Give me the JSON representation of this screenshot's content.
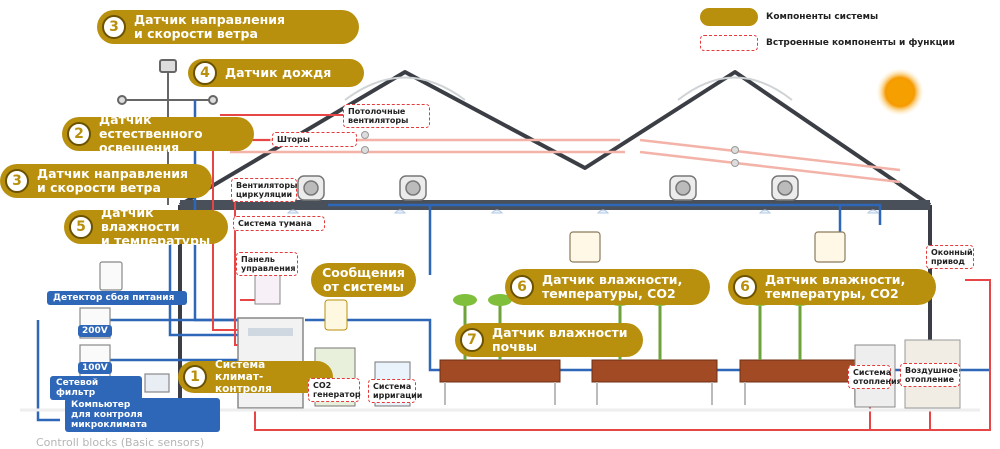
{
  "legend": {
    "system_components": "Компоненты системы",
    "builtin_components": "Встроенные компоненты и функции"
  },
  "sensors": [
    {
      "num": "3",
      "label": "Датчик направления\nи скорости ветра"
    },
    {
      "num": "4",
      "label": "Датчик дождя"
    },
    {
      "num": "2",
      "label": "Датчик естественного\nосвещения"
    },
    {
      "num": "3",
      "label": "Датчик направления\nи скорости ветра"
    },
    {
      "num": "5",
      "label": "Датчик влажности\nи температуры"
    },
    {
      "num": "6",
      "label": "Датчик влажности,\nтемпературы, CO2"
    },
    {
      "num": "6",
      "label": "Датчик влажности,\nтемпературы, CO2"
    },
    {
      "num": "7",
      "label": "Датчик влажности\nпочвы"
    },
    {
      "num": "1",
      "label": "Система\nклимат-контроля"
    }
  ],
  "system_messages": "Сообщения\nот системы",
  "builtin": {
    "roof_vents": "Потолочные\nвентиляторы",
    "curtains": "Шторы",
    "circulation_fans": "Вентиляторы\nциркуляции",
    "fog_system": "Система тумана",
    "control_panel": "Панель\nуправления",
    "co2_generator": "CO2\nгенератор",
    "irrigation": "Система\nирригации",
    "heating_system": "Система\nотопления",
    "air_heating": "Воздушное\nотопление",
    "window_drive": "Оконный\nпривод"
  },
  "devices": {
    "power_failure_detector": "Детектор сбоя питания",
    "voltage_200": "200V",
    "voltage_100": "100V",
    "line_filter": "Сетевой фильтр",
    "computer": "Компьютер\nдля контроля микроклимата"
  },
  "caption": "Controll blocks (Basic sensors)",
  "colors": {
    "gold": "#b8900e",
    "blue": "#2f67b8",
    "red_dashed": "#e43a3a",
    "sun": "#f5a000"
  }
}
